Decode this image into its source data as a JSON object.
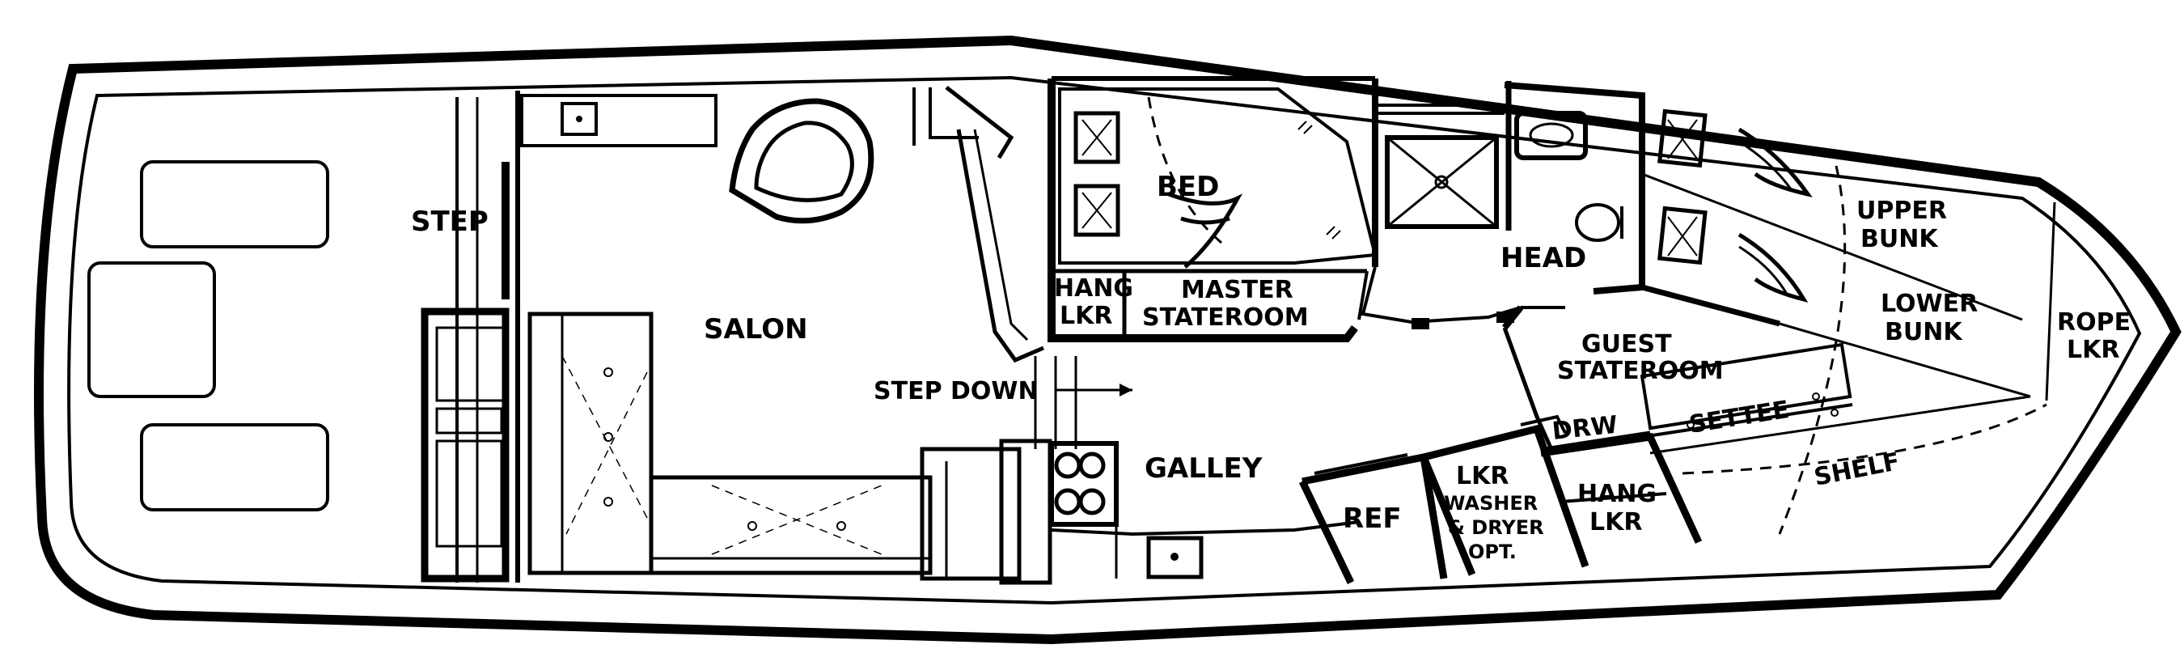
{
  "labels": {
    "step": "STEP",
    "salon": "SALON",
    "step_down": "STEP DOWN",
    "bed": "BED",
    "hang_lkr_master": [
      "HANG",
      "LKR"
    ],
    "master_stateroom": [
      "MASTER",
      "STATEROOM"
    ],
    "head": "HEAD",
    "galley": "GALLEY",
    "guest_stateroom": [
      "GUEST",
      "STATEROOM"
    ],
    "drw": "DRW",
    "settee": "SETTEE",
    "ref": "REF",
    "lkr_washer": [
      "LKR",
      "WASHER",
      "& DRYER",
      "OPT."
    ],
    "hang_lkr_guest": [
      "HANG",
      "LKR"
    ],
    "shelf": "SHELF",
    "upper_bunk": [
      "UPPER",
      "BUNK"
    ],
    "lower_bunk": [
      "LOWER",
      "BUNK"
    ],
    "rope_lkr": [
      "ROPE",
      "LKR"
    ]
  },
  "colors": {
    "line": "#000000",
    "background": "#ffffff"
  }
}
